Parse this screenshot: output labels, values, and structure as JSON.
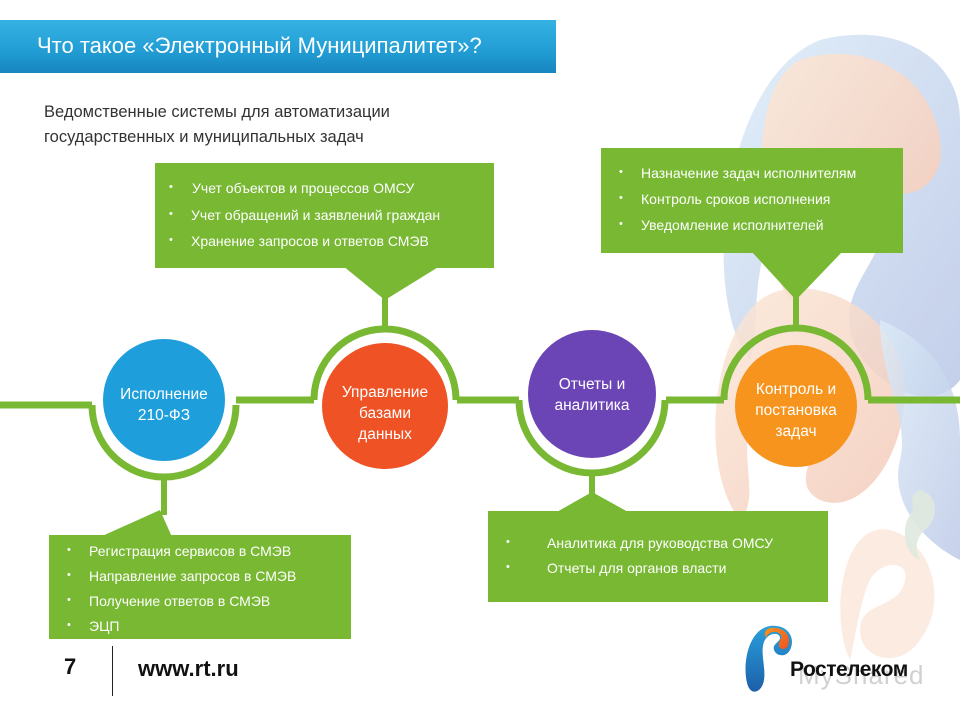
{
  "header": {
    "title": "Что такое «Электронный Муниципалитет»?",
    "subtitle_line1": "Ведомственные системы для автоматизации",
    "subtitle_line2": "государственных и муниципальных задач"
  },
  "colors": {
    "title_bar": "#239fd6",
    "green": "#78b833",
    "circle_blue": "#1e9fdc",
    "circle_red": "#ee5225",
    "circle_purple": "#6b45b5",
    "circle_orange": "#f7941d"
  },
  "nodes": [
    {
      "line1": "Исполнение",
      "line2": "210-ФЗ",
      "line3": ""
    },
    {
      "line1": "Управление",
      "line2": "базами",
      "line3": "данных"
    },
    {
      "line1": "Отчеты и",
      "line2": "аналитика",
      "line3": ""
    },
    {
      "line1": "Контроль и",
      "line2": "постановка",
      "line3": "задач"
    }
  ],
  "boxes": {
    "databases": {
      "bullet": "•",
      "items": [
        "Учет объектов и процессов ОМСУ",
        "Учет обращений и заявлений граждан",
        "Хранение запросов и ответов СМЭВ"
      ]
    },
    "control": {
      "bullet": "•",
      "items": [
        "Назначение задач исполнителям",
        "Контроль сроков исполнения",
        "Уведомление исполнителей"
      ]
    },
    "fz210": {
      "bullet": "•",
      "items": [
        "Регистрация сервисов в СМЭВ",
        "Направление запросов в СМЭВ",
        "Получение ответов в СМЭВ",
        "ЭЦП"
      ]
    },
    "reports": {
      "bullet": "•",
      "items": [
        "Аналитика для руководства ОМСУ",
        "Отчеты для органов власти"
      ]
    }
  },
  "footer": {
    "page_number": "7",
    "url": "www.rt.ru",
    "logo_text": "Ростелеком",
    "watermark": "MyShared"
  }
}
